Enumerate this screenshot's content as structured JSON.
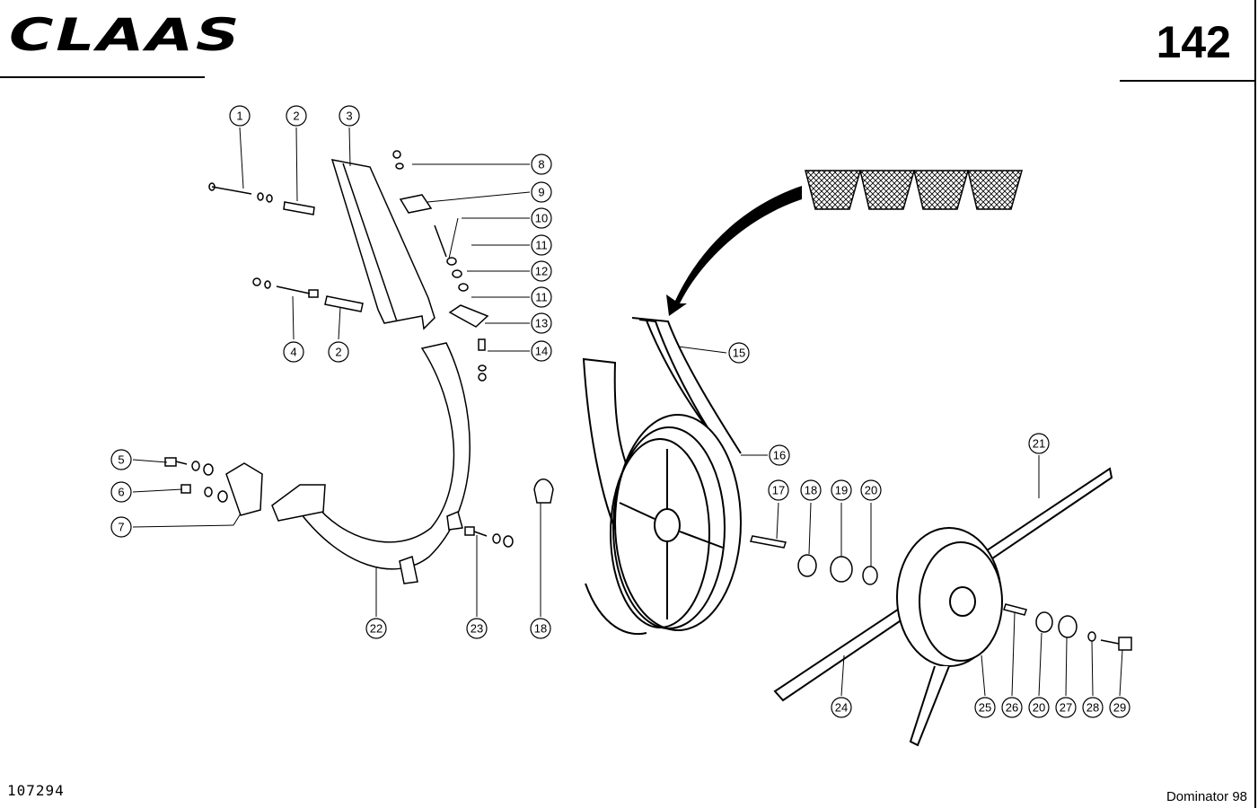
{
  "header": {
    "brand": "CLAAS",
    "page_number": "142"
  },
  "footer": {
    "drawing_number": "107294",
    "model": "Dominator 98"
  },
  "callouts": [
    "1",
    "2",
    "3",
    "4",
    "2",
    "5",
    "6",
    "7",
    "8",
    "9",
    "10",
    "11",
    "12",
    "11",
    "13",
    "14",
    "15",
    "16",
    "17",
    "18",
    "19",
    "20",
    "21",
    "22",
    "23",
    "18",
    "24",
    "25",
    "26",
    "20",
    "27",
    "28",
    "29"
  ]
}
